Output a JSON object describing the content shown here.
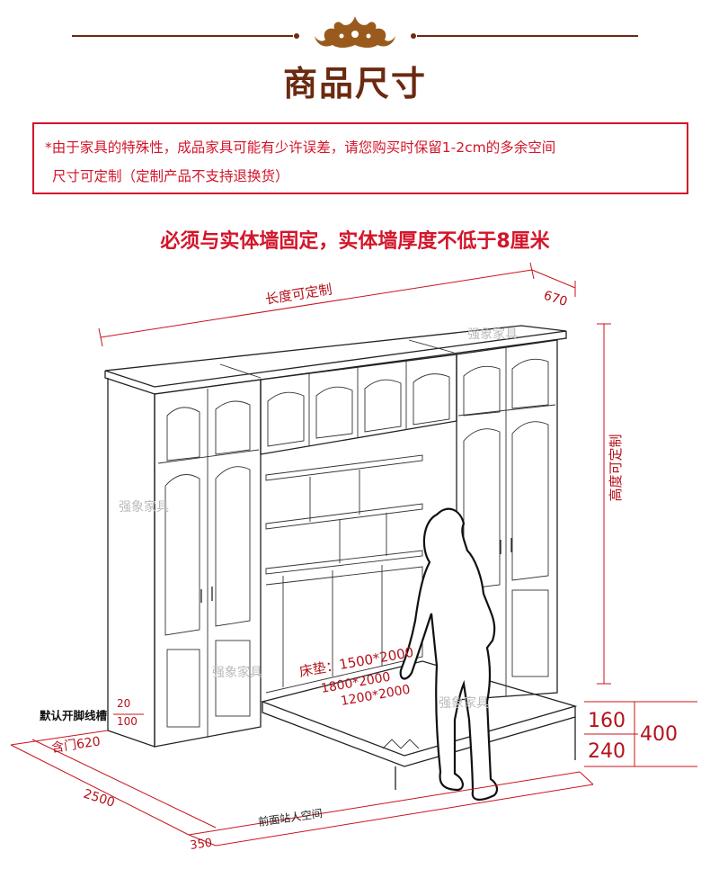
{
  "header": {
    "title": "商品尺寸"
  },
  "notice": {
    "line1": "*由于家具的特殊性，成品家具可能有少许误差，请您购买时保留1-2cm的多余空间",
    "line2": "尺寸可定制（定制产品不支持退换货）"
  },
  "warning": "必须与实体墙固定，实体墙厚度不低于8厘米",
  "diagram": {
    "length_label": "长度可定制",
    "depth_label": "670",
    "height_label": "高度可定制",
    "mattress_label": "床垫：1500*2000",
    "mattress_size_2": "1800*2000",
    "mattress_size_3": "1200*2000",
    "baseboard_label": "默认开脚线槽",
    "baseboard_value_1": "20",
    "baseboard_value_2": "100",
    "door_depth_label": "含门620",
    "floor_depth_label": "2500",
    "standing_space_label": "前面站人空间",
    "standing_space_value": "350",
    "leg_height_1": "160",
    "leg_height_2": "240",
    "bed_height_total": "400",
    "watermark": "强象家具"
  },
  "colors": {
    "title": "#6b2a10",
    "accent_red": "#d3152a",
    "ornament": "#9a5a1c"
  }
}
